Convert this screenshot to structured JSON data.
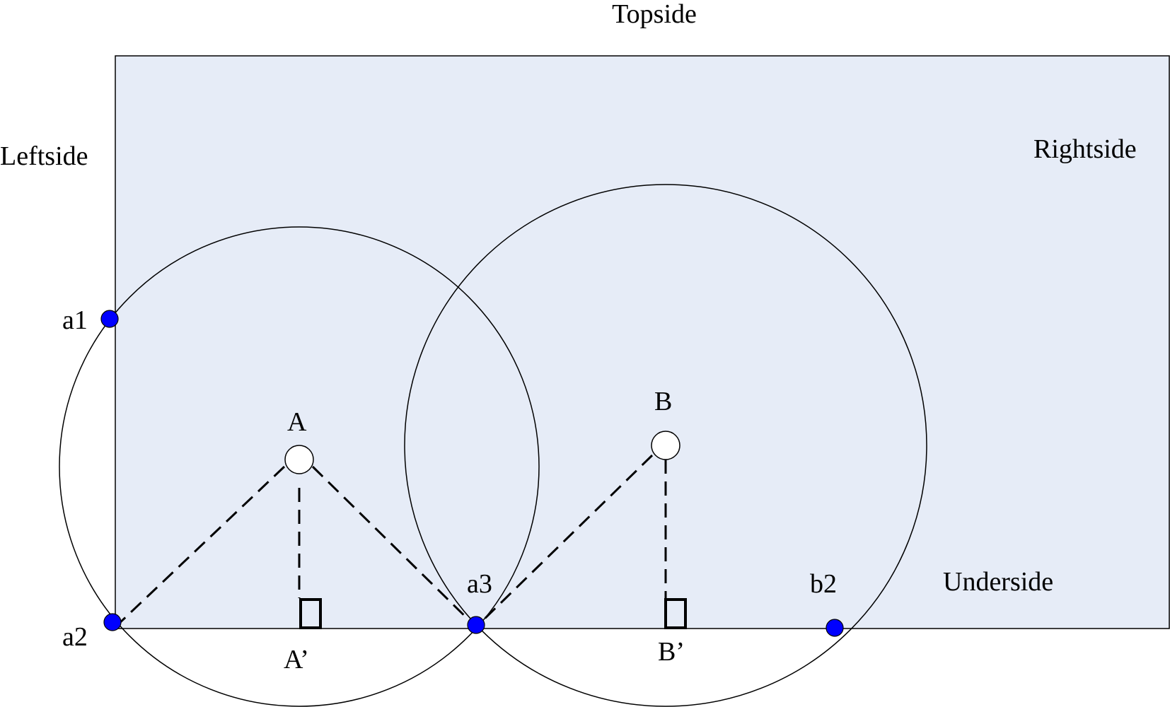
{
  "sides": {
    "top": "Topside",
    "left": "Leftside",
    "right": "Rightside",
    "under": "Underside"
  },
  "points": {
    "a1": "a1",
    "a2": "a2",
    "a3": "a3",
    "b2": "b2"
  },
  "centers": {
    "A": "A",
    "B": "B",
    "A_proj": "A’",
    "B_proj": "B’"
  },
  "colors": {
    "field_fill": "#e6ecf7",
    "anchor_fill": "#0000ff",
    "line": "#000000"
  }
}
